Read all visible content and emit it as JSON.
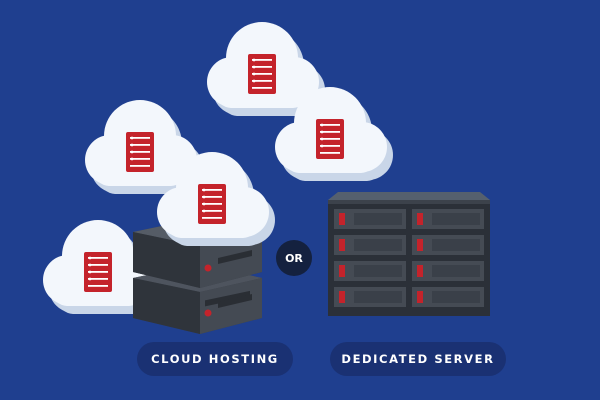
{
  "labels": {
    "cloud_hosting": "CLOUD HOSTING",
    "dedicated_server": "DEDICATED SERVER",
    "or": "OR"
  },
  "colors": {
    "background": "#1f3f8f",
    "pill": "#1a3173",
    "cloud_face": "#f3f7fc",
    "cloud_shadow": "#c9d6e8",
    "server_dark": "#3a3f47",
    "server_mid": "#4b5059",
    "accent_red": "#c4232b"
  },
  "icons": [
    "cloud-icon",
    "server-stack-icon",
    "server-rack-icon"
  ]
}
